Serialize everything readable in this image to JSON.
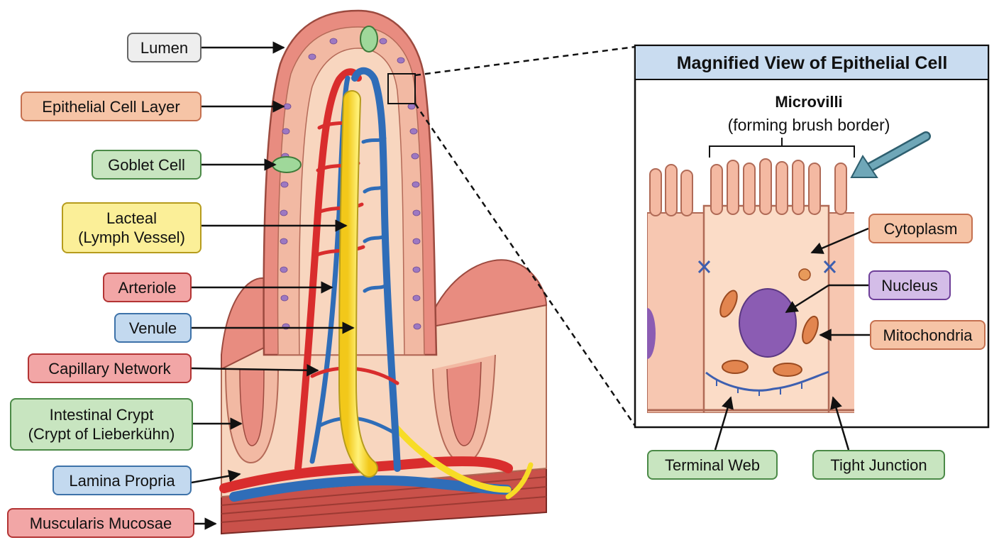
{
  "labels": {
    "lumen": "Lumen",
    "epithelial_cell_layer": "Epithelial Cell Layer",
    "goblet_cell": "Goblet Cell",
    "lacteal_line1": "Lacteal",
    "lacteal_line2": "(Lymph Vessel)",
    "arteriole": "Arteriole",
    "venule": "Venule",
    "capillary_network": "Capillary Network",
    "crypt_line1": "Intestinal Crypt",
    "crypt_line2": "(Crypt of Lieberkühn)",
    "lamina_propria": "Lamina Propria",
    "muscularis_mucosae": "Muscularis Mucosae"
  },
  "magnified": {
    "title": "Magnified View of Epithelial Cell",
    "microvilli_title": "Microvilli",
    "microvilli_subtitle": "(forming brush border)",
    "labels": {
      "cytoplasm": "Cytoplasm",
      "nucleus": "Nucleus",
      "mitochondria": "Mitochondria",
      "terminal_web": "Terminal Web",
      "tight_junction": "Tight Junction"
    }
  },
  "colors": {
    "epithelium": "#f2b9a3",
    "mucosa": "#e8877a",
    "lamina": "#f8d6bf",
    "arteriole": "#d92d2d",
    "venule": "#2f6db8",
    "lacteal": "#f7dc26",
    "goblet": "#9fd89a",
    "nucleus": "#8b5cb3"
  }
}
